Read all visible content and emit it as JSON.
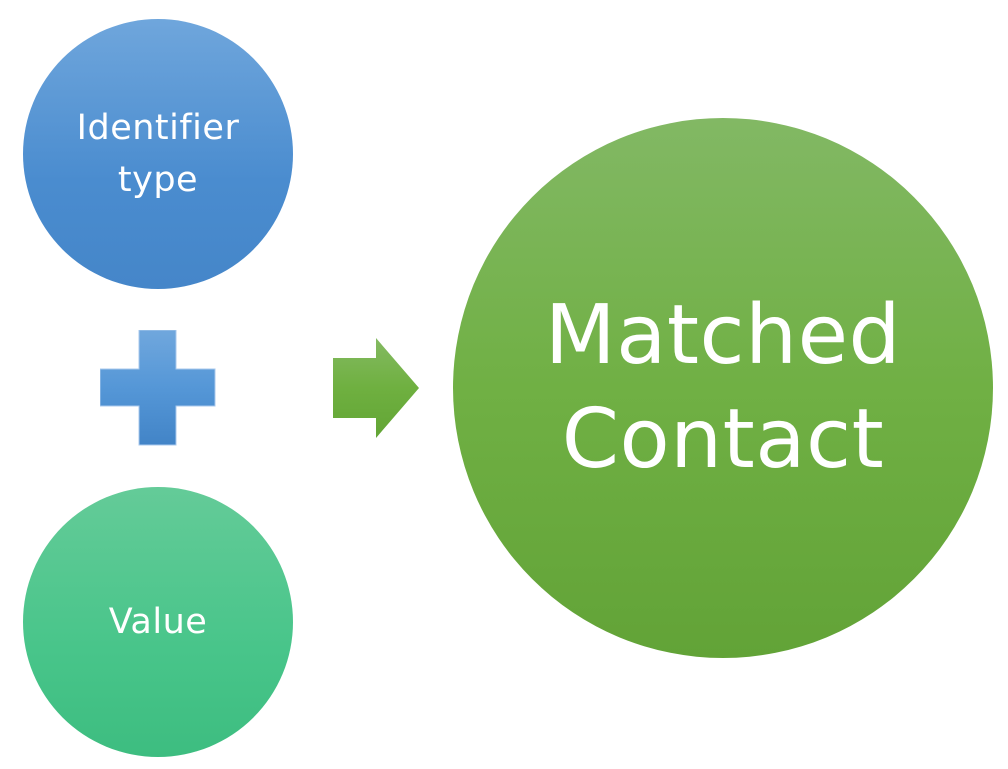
{
  "diagram": {
    "inputs": [
      {
        "label": "Identifier\ntype",
        "color": "#5b9bd5"
      },
      {
        "label": "Value",
        "color": "#48c58a"
      }
    ],
    "operator": {
      "icon": "plus-icon",
      "color": "#5b9bd5"
    },
    "connector": {
      "icon": "arrow-right-icon",
      "color": "#70ad47"
    },
    "result": {
      "label": "Matched\nContact",
      "color": "#70ad47"
    }
  }
}
